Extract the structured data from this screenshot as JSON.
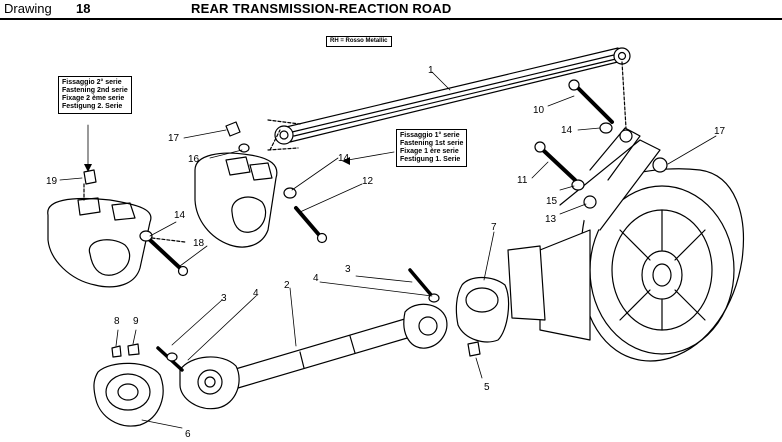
{
  "header": {
    "label": "Drawing",
    "number": "18",
    "title": "REAR TRANSMISSION-REACTION ROAD"
  },
  "notes": {
    "top": "RH = Rosso Metallic",
    "left": [
      "Fissaggio 2° serie",
      "Fastening 2nd serie",
      "Fixage 2 ème serie",
      "Festigung 2. Serie"
    ],
    "right": [
      "Fissaggio 1° serie",
      "Fastening 1st serie",
      "Fixage 1 ère serie",
      "Festigung 1. Serie"
    ]
  },
  "callouts": {
    "c1": "1",
    "c2": "2",
    "c3a": "3",
    "c3b": "3",
    "c4a": "4",
    "c4b": "4",
    "c5": "5",
    "c6": "6",
    "c7": "7",
    "c8": "8",
    "c9": "9",
    "c10": "10",
    "c11": "11",
    "c12": "12",
    "c13": "13",
    "c14a": "14",
    "c14b": "14",
    "c14c": "14",
    "c15": "15",
    "c16": "16",
    "c17a": "17",
    "c17b": "17",
    "c18": "18",
    "c19": "19"
  }
}
